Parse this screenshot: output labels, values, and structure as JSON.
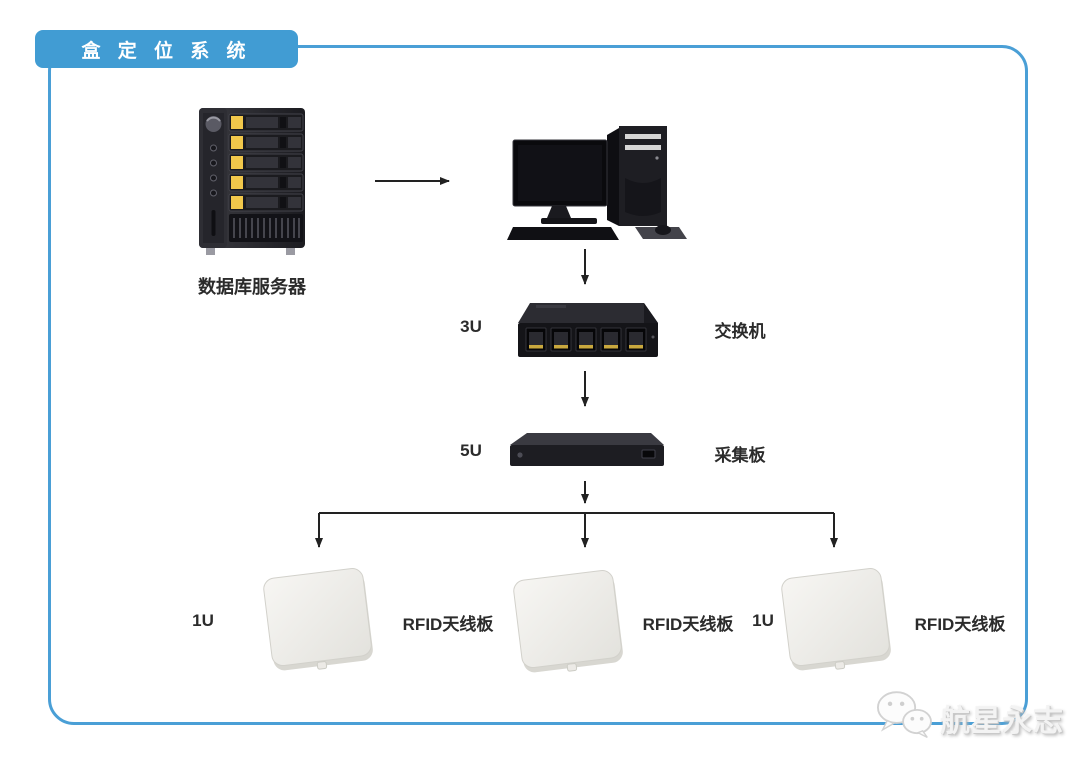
{
  "banner": {
    "title": "盒 定 位 系 统"
  },
  "colors": {
    "banner_blue": "#419CD3",
    "frame_border_blue": "#4A9FD6",
    "arrow_black": "#222222",
    "label_dark": "#2B2B2B",
    "drive_bay_yellow": "#F2C84B"
  },
  "nodes": {
    "server": {
      "label": "数据库服务器",
      "icon": "database-server-icon"
    },
    "computer": {
      "icon": "desktop-computer-icon"
    },
    "switch": {
      "size": "3U",
      "label": "交换机",
      "icon": "network-switch-icon"
    },
    "collector": {
      "size": "5U",
      "label": "采集板",
      "icon": "collector-board-icon"
    },
    "rfid_boards": [
      {
        "size": "1U",
        "label": "RFID天线板",
        "icon": "rfid-antenna-icon"
      },
      {
        "label": "RFID天线板",
        "icon": "rfid-antenna-icon"
      },
      {
        "size": "1U",
        "label": "RFID天线板",
        "icon": "rfid-antenna-icon"
      }
    ]
  },
  "watermark": {
    "text": "航星永志",
    "icon": "wechat-bubbles-icon"
  }
}
